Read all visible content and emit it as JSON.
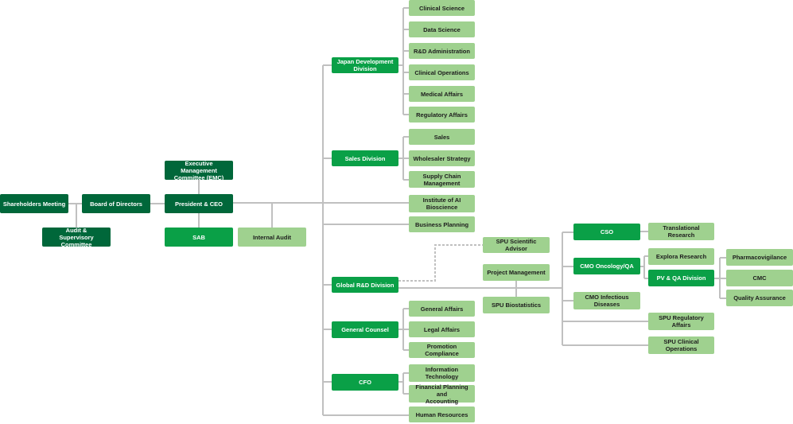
{
  "chart": {
    "nodes": [
      {
        "id": "shareholders",
        "label": "Shareholders Meeting",
        "style": "dark"
      },
      {
        "id": "board",
        "label": "Board of Directors",
        "style": "dark"
      },
      {
        "id": "audit_sup",
        "label": "Audit &\nSupervisory Committee",
        "style": "dark"
      },
      {
        "id": "emc",
        "label": "Executive Management\nCommittee (EMC)",
        "style": "dark"
      },
      {
        "id": "ceo",
        "label": "President & CEO",
        "style": "dark"
      },
      {
        "id": "sab",
        "label": "SAB",
        "style": "mid"
      },
      {
        "id": "internal_audit",
        "label": "Internal Audit",
        "style": "light"
      },
      {
        "id": "japan_dev",
        "label": "Japan Development\nDivision",
        "style": "mid"
      },
      {
        "id": "clin_sci",
        "label": "Clinical Science",
        "style": "light"
      },
      {
        "id": "data_sci",
        "label": "Data Science",
        "style": "light"
      },
      {
        "id": "rd_admin",
        "label": "R&D Administration",
        "style": "light"
      },
      {
        "id": "clin_ops",
        "label": "Clinical Operations",
        "style": "light"
      },
      {
        "id": "med_affairs",
        "label": "Medical Affairs",
        "style": "light"
      },
      {
        "id": "reg_affairs",
        "label": "Regulatory Affairs",
        "style": "light"
      },
      {
        "id": "sales_div",
        "label": "Sales Division",
        "style": "mid"
      },
      {
        "id": "sales",
        "label": "Sales",
        "style": "light"
      },
      {
        "id": "wholesaler",
        "label": "Wholesaler Strategy",
        "style": "light"
      },
      {
        "id": "supply_chain",
        "label": "Supply Chain\nManagement",
        "style": "light"
      },
      {
        "id": "ai_bio",
        "label": "Institute of AI\nBioscience",
        "style": "light"
      },
      {
        "id": "biz_plan",
        "label": "Business Planning",
        "style": "light"
      },
      {
        "id": "global_rd",
        "label": "Global R&D Division",
        "style": "mid"
      },
      {
        "id": "spu_sci",
        "label": "SPU Scientific Advisor",
        "style": "light"
      },
      {
        "id": "proj_mgmt",
        "label": "Project Management",
        "style": "light"
      },
      {
        "id": "spu_biostat",
        "label": "SPU Biostatistics",
        "style": "light"
      },
      {
        "id": "cso",
        "label": "CSO",
        "style": "mid"
      },
      {
        "id": "translational",
        "label": "Translational\nResearch",
        "style": "light"
      },
      {
        "id": "cmo_onc",
        "label": "CMO Oncology/QA",
        "style": "mid"
      },
      {
        "id": "explora",
        "label": "Explora Research",
        "style": "light"
      },
      {
        "id": "pvqa",
        "label": "PV & QA Division",
        "style": "mid"
      },
      {
        "id": "pharmacovig",
        "label": "Pharmacovigilance",
        "style": "light"
      },
      {
        "id": "cmc",
        "label": "CMC",
        "style": "light"
      },
      {
        "id": "qa",
        "label": "Quality Assurance",
        "style": "light"
      },
      {
        "id": "cmo_inf",
        "label": "CMO Infectious\nDiseases",
        "style": "light"
      },
      {
        "id": "spu_reg",
        "label": "SPU Regulatory\nAffairs",
        "style": "light"
      },
      {
        "id": "spu_clin",
        "label": "SPU Clinical\nOperations",
        "style": "light"
      },
      {
        "id": "gen_counsel",
        "label": "General Counsel",
        "style": "mid"
      },
      {
        "id": "gen_affairs",
        "label": "General Affairs",
        "style": "light"
      },
      {
        "id": "legal",
        "label": "Legal Affairs",
        "style": "light"
      },
      {
        "id": "promo",
        "label": "Promotion Compliance",
        "style": "light"
      },
      {
        "id": "cfo",
        "label": "CFO",
        "style": "mid"
      },
      {
        "id": "it",
        "label": "Information\nTechnology",
        "style": "light"
      },
      {
        "id": "fpa",
        "label": "Financial Planning and\nAccounting",
        "style": "light"
      },
      {
        "id": "hr",
        "label": "Human Resources",
        "style": "light"
      }
    ],
    "colors": {
      "dark": "#00673a",
      "mid": "#0aa047",
      "light": "#9fd18f",
      "connector": "#c0c0c0"
    }
  }
}
